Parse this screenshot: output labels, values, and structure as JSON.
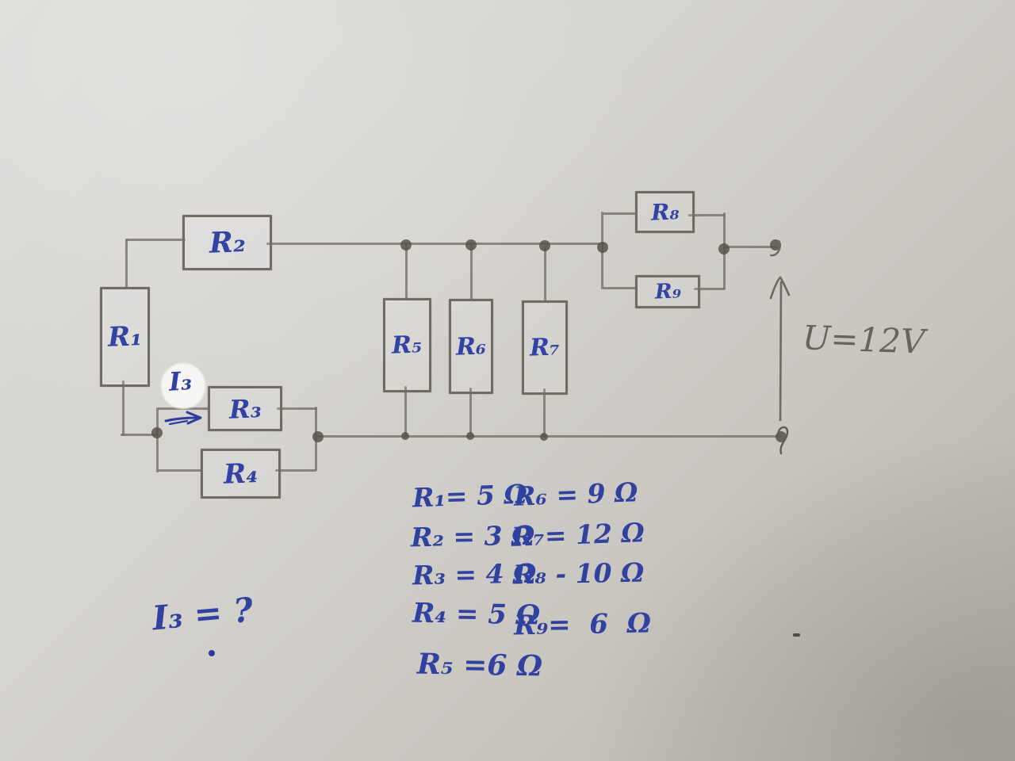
{
  "boxes": {
    "R1": "R₁",
    "R2": "R₂",
    "R3": "R₃",
    "R4": "R₄",
    "R5": "R₅",
    "R6": "R₆",
    "R7": "R₇",
    "R8": "R₈",
    "R9": "R₉"
  },
  "annotations": {
    "current_label": "I₃",
    "source_label": "U=12V",
    "question": "I₃ = ?"
  },
  "values": {
    "rows": [
      {
        "left": "R₁= 5 Ω",
        "right": "R₆ = 9 Ω"
      },
      {
        "left": "R₂ = 3 Ω",
        "right": "R₇= 12 Ω"
      },
      {
        "left": "R₃ = 4 Ω",
        "right": "R₈ - 10 Ω"
      },
      {
        "left": "R₄ = 5 Ω",
        "right": "R₉=  6  Ω"
      },
      {
        "left": "R₅ =6 Ω",
        "right": ""
      }
    ]
  },
  "circuit_data": {
    "type": "hand-drawn resistor network",
    "source_voltage_V": 12,
    "unknown": "I3",
    "resistors_ohm": {
      "R1": 5,
      "R2": 3,
      "R3": 4,
      "R4": 5,
      "R5": 6,
      "R6": 9,
      "R7": 12,
      "R8": 10,
      "R9": 6
    },
    "topology": "R1 and R2 in series on outer loop; R3 parallel R4 block in bottom branch with current I3 through R3; R5, R6 and R7 as parallel vertical branches between top and bottom rails; R8 parallel R9 block at top right; source U=12V across right side rails"
  }
}
